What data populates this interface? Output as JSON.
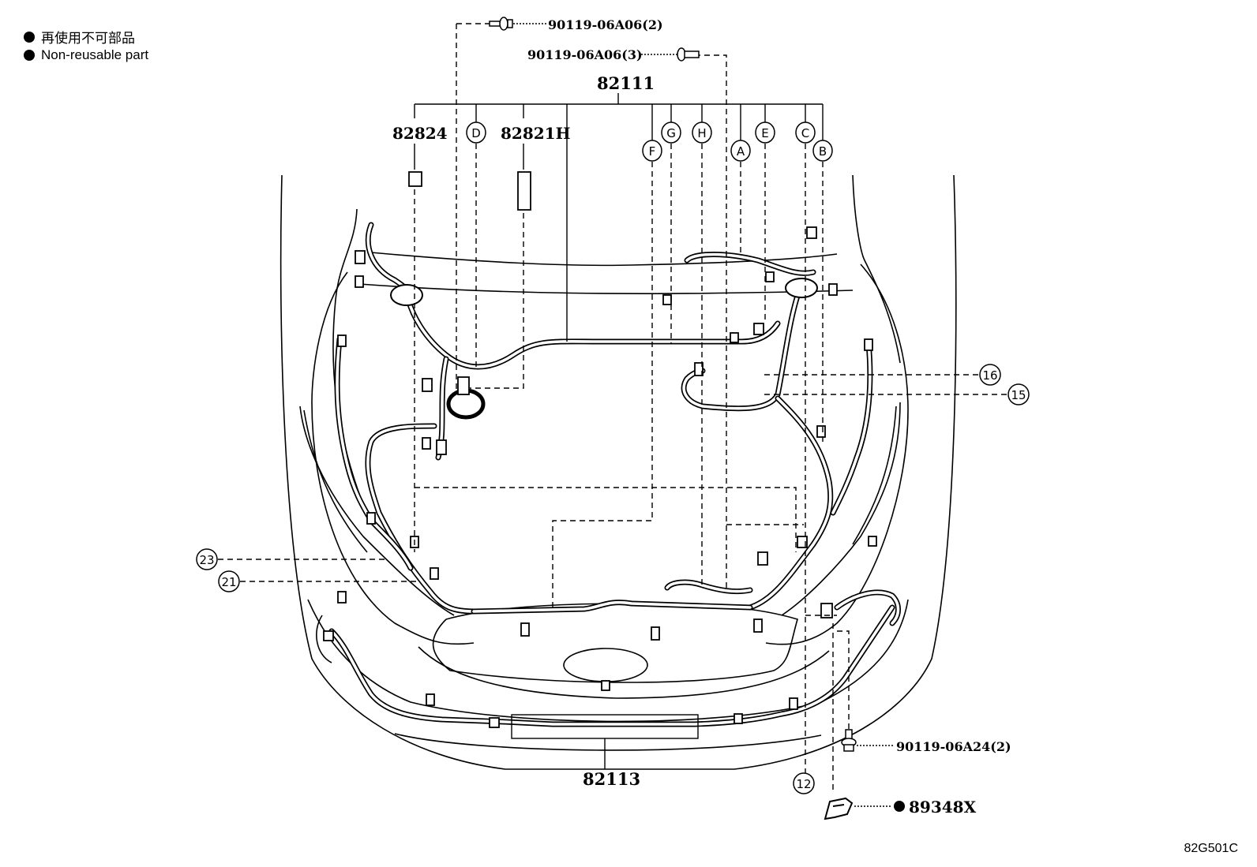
{
  "legend": [
    {
      "text": "再使用不可部品"
    },
    {
      "text": "Non-reusable part"
    }
  ],
  "parts": {
    "main_harness": "82111",
    "front_harness": "82113",
    "connector_82824": "82824",
    "connector_82821h": "82821H",
    "clip_bracket": "89348X",
    "bolt_top_2": "90119-06A06(2)",
    "bolt_top_3": "90119-06A06(3)",
    "bolt_right": "90119-06A24(2)"
  },
  "ref_letters": [
    "D",
    "F",
    "G",
    "H",
    "A",
    "E",
    "C",
    "B"
  ],
  "callouts": [
    "16",
    "15",
    "23",
    "21",
    "12"
  ],
  "figure_code": "82G501C"
}
